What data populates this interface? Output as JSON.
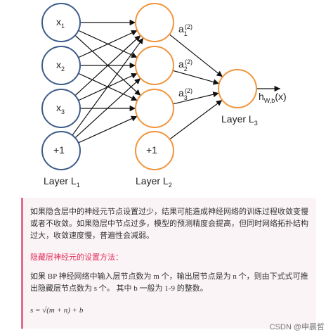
{
  "diagram": {
    "layer1": {
      "label": "Layer L",
      "sub": "1",
      "nodes": [
        {
          "base": "x",
          "sub": "1"
        },
        {
          "base": "x",
          "sub": "2"
        },
        {
          "base": "x",
          "sub": "3"
        },
        {
          "base": "+1",
          "sub": ""
        }
      ]
    },
    "layer2": {
      "label": "Layer L",
      "sub": "2",
      "bias": "+1"
    },
    "activations": [
      {
        "base": "a",
        "sub": "1",
        "sup": "(2)"
      },
      {
        "base": "a",
        "sub": "2",
        "sup": "(2)"
      },
      {
        "base": "a",
        "sub": "3",
        "sup": "(2)"
      }
    ],
    "layer3": {
      "label": "Layer L",
      "sub": "3"
    },
    "output": {
      "base": "h",
      "sub": "W,b",
      "arg": "(x)"
    },
    "colors": {
      "input": "#3d5c8a",
      "hidden": "#f0953c",
      "edge": "#111111"
    }
  },
  "note": {
    "paragraph1": "如果隐含层中的神经元节点设置过少，结果可能造成神经网络的训练过程收敛变慢或者不收敛。如果隐层中节点过多，模型的预测精度会提高，但同时网络拓扑结构过大，收敛速度慢，普遍性会减弱。",
    "heading": "隐藏层神经元的设置方法：",
    "paragraph2": "如果 BP 神经网络中输入层节点数为 m 个，输出层节点是为 n 个，则由下式式可推出隐藏层节点数为 s 个。 其中 b 一般为 1-9 的整数。",
    "formula": "s = √(m + n) + b",
    "accent": "#e06e8c"
  },
  "watermark": "CSDN @申晨哲"
}
